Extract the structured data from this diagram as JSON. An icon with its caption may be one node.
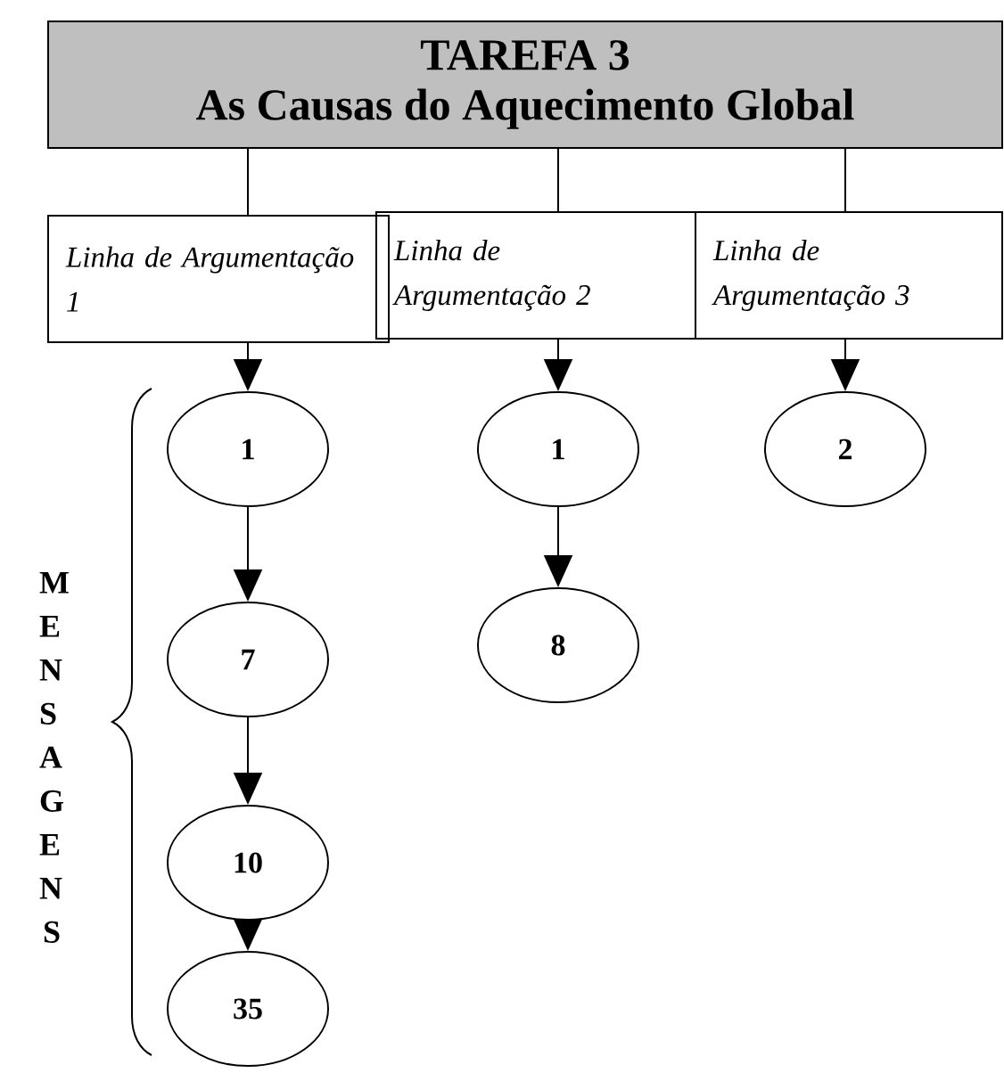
{
  "diagram": {
    "nodes": [
      {
        "text": [
          "TAREFA 3",
          "As Causas do Aquecimento Global"
        ]
      },
      {
        "text": [
          "Linha de Argumentação 1"
        ]
      },
      {
        "text": [
          "Linha de Argumentação 2"
        ]
      },
      {
        "text": [
          "Linha de Argumentação 3"
        ]
      },
      {
        "text": [
          "1"
        ]
      },
      {
        "text": [
          "7"
        ]
      },
      {
        "text": [
          "10"
        ]
      },
      {
        "text": [
          "35"
        ]
      },
      {
        "text": [
          "1"
        ]
      },
      {
        "text": [
          "8"
        ]
      },
      {
        "text": [
          "2"
        ]
      }
    ],
    "edges": [
      {
        "from": 0,
        "to": 1,
        "arrow": "none"
      },
      {
        "from": 0,
        "to": 2,
        "arrow": "none"
      },
      {
        "from": 0,
        "to": 3,
        "arrow": "none"
      },
      {
        "from": 1,
        "to": 4,
        "arrow": "to"
      },
      {
        "from": 4,
        "to": 5,
        "arrow": "to"
      },
      {
        "from": 5,
        "to": 6,
        "arrow": "to"
      },
      {
        "from": 6,
        "to": 7,
        "arrow": "to"
      },
      {
        "from": 2,
        "to": 8,
        "arrow": "to"
      },
      {
        "from": 8,
        "to": 9,
        "arrow": "to"
      },
      {
        "from": 3,
        "to": 10,
        "arrow": "to"
      }
    ],
    "labels": [
      "MENSAGENS"
    ]
  }
}
